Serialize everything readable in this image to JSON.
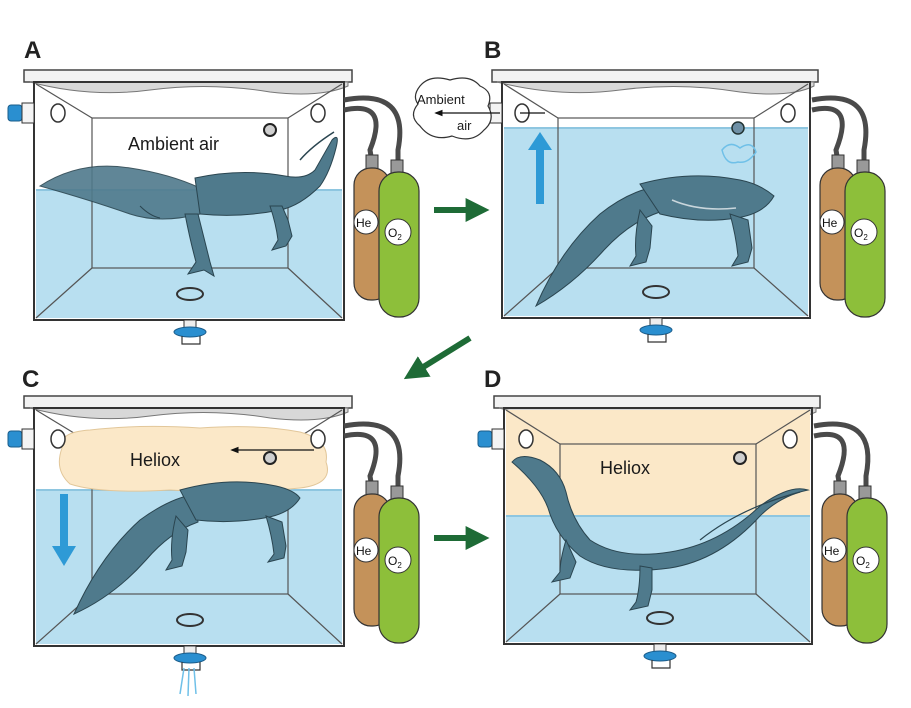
{
  "panels": {
    "a": {
      "letter": "A",
      "gas_label": "Ambient air"
    },
    "b": {
      "letter": "B",
      "vent_label_line1": "Ambient",
      "vent_label_line2": "air"
    },
    "c": {
      "letter": "C",
      "gas_label": "Heliox"
    },
    "d": {
      "letter": "D",
      "gas_label": "Heliox"
    }
  },
  "tanks": {
    "helium": "He",
    "oxygen": "O",
    "oxygen_subscript": "2"
  },
  "colors": {
    "water": "#b8dff0",
    "heliox": "#fbe8c8",
    "alligator": "#4f7a8c",
    "helium_tank": "#c4925a",
    "oxygen_tank": "#8dbf3a",
    "flow_arrow": "#2e9ad6",
    "sequence_arrow": "#1e6b36",
    "port": "#2a8fd0"
  },
  "icons": [
    "inlet-port-icon",
    "drain-valve-icon",
    "gas-cylinder-icon",
    "sequence-arrow-icon",
    "bubble-icon"
  ]
}
